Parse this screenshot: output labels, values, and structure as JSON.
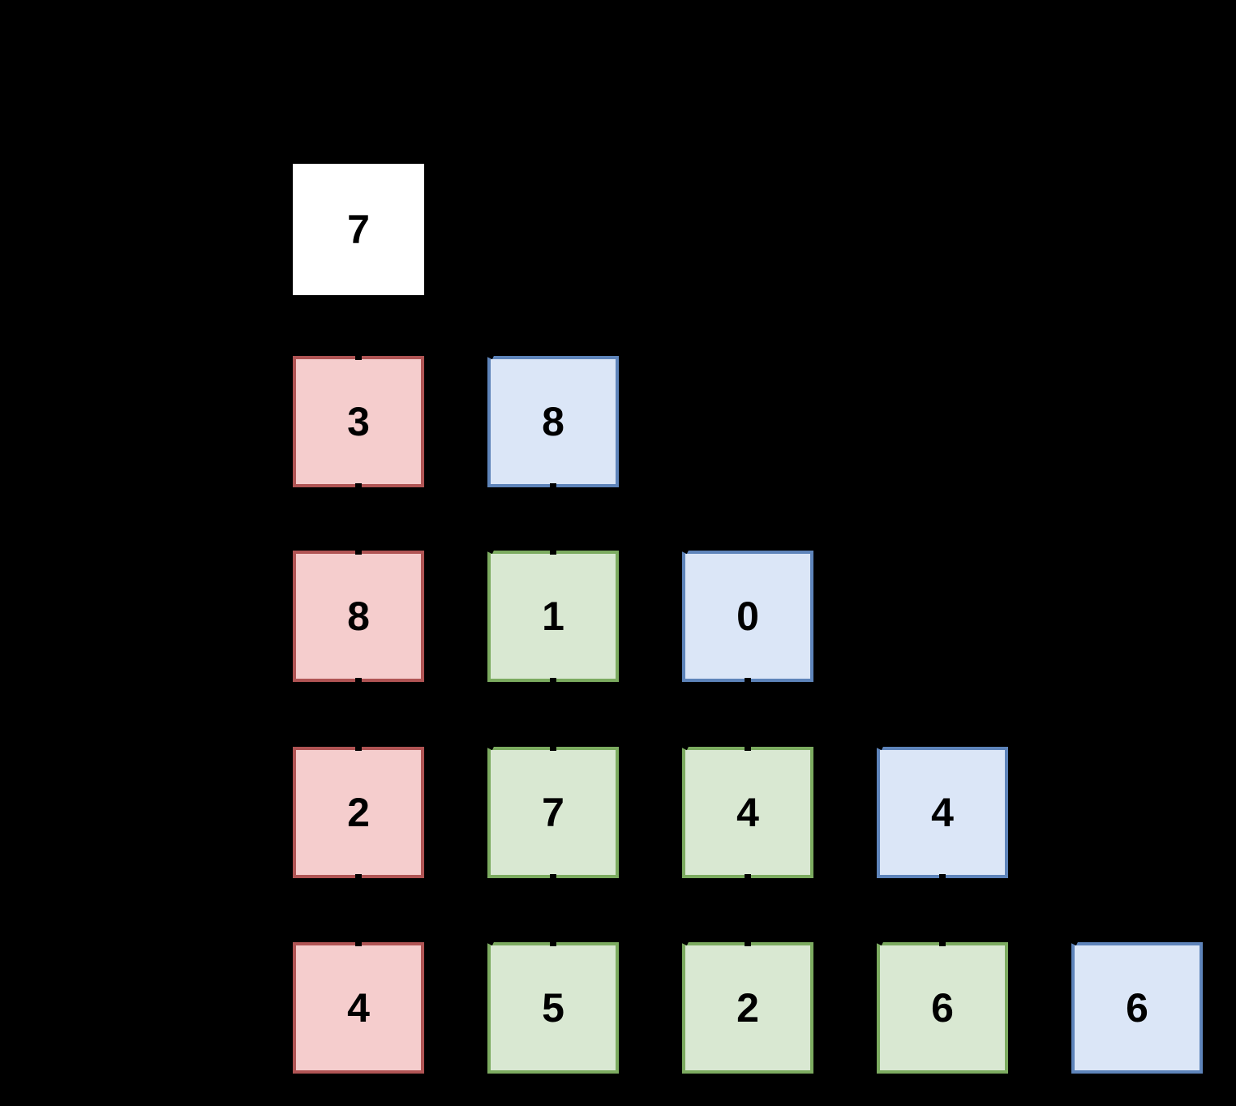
{
  "figure": {
    "type": "number-triangle",
    "background": "#000000",
    "text_color": "#000000",
    "palette": {
      "white": {
        "fill": "#ffffff",
        "border": "#ffffff"
      },
      "red": {
        "fill": "#f5cdcd",
        "border": "#b05454"
      },
      "green": {
        "fill": "#d9e8d2",
        "border": "#7cab60"
      },
      "blue": {
        "fill": "#dbe6f7",
        "border": "#5e84ba"
      }
    },
    "rows": [
      {
        "cells": [
          {
            "value": "7",
            "color": "white"
          }
        ]
      },
      {
        "cells": [
          {
            "value": "3",
            "color": "red"
          },
          {
            "value": "8",
            "color": "blue"
          }
        ]
      },
      {
        "cells": [
          {
            "value": "8",
            "color": "red"
          },
          {
            "value": "1",
            "color": "green"
          },
          {
            "value": "0",
            "color": "blue"
          }
        ]
      },
      {
        "cells": [
          {
            "value": "2",
            "color": "red"
          },
          {
            "value": "7",
            "color": "green"
          },
          {
            "value": "4",
            "color": "green"
          },
          {
            "value": "4",
            "color": "blue"
          }
        ]
      },
      {
        "cells": [
          {
            "value": "4",
            "color": "red"
          },
          {
            "value": "5",
            "color": "green"
          },
          {
            "value": "2",
            "color": "green"
          },
          {
            "value": "6",
            "color": "green"
          },
          {
            "value": "6",
            "color": "blue"
          }
        ]
      }
    ]
  }
}
